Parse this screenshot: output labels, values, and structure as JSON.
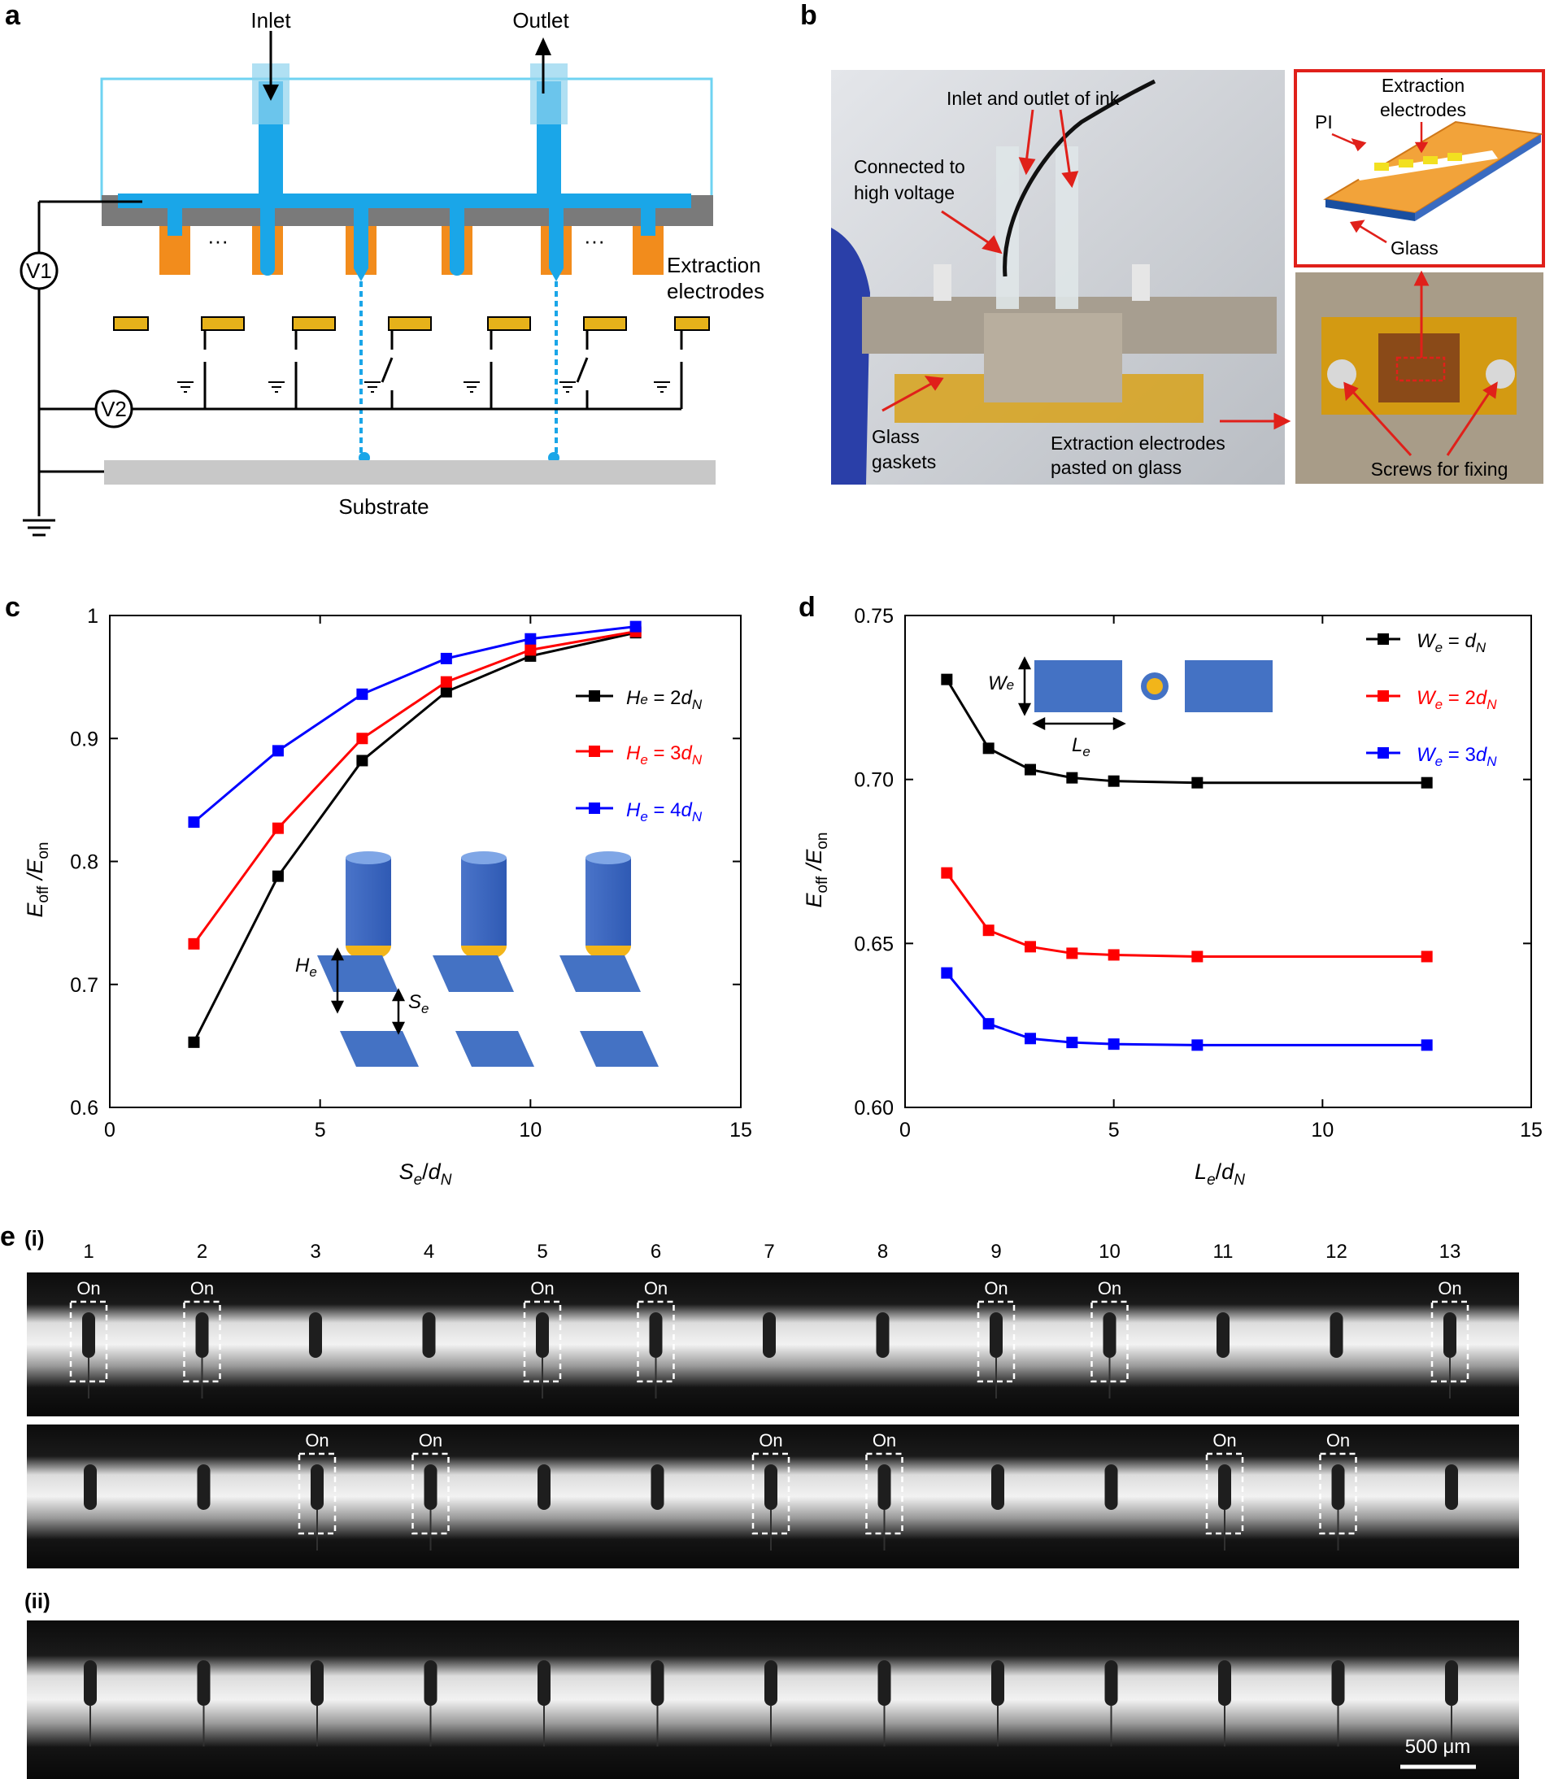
{
  "panels": {
    "a": {
      "letter": "a",
      "inlet": "Inlet",
      "outlet": "Outlet",
      "v1": "V1",
      "v2": "V2",
      "extraction_line1": "Extraction",
      "extraction_line2": "electrodes",
      "substrate": "Substrate",
      "dots": "···"
    },
    "b": {
      "letter": "b",
      "inlet_outlet": "Inlet and outlet of ink",
      "hv_line1": "Connected to",
      "hv_line2": "high voltage",
      "gaskets_line1": "Glass",
      "gaskets_line2": "gaskets",
      "pasted_line1": "Extraction electrodes",
      "pasted_line2": "pasted on glass",
      "inset_ext_line1": "Extraction",
      "inset_ext_line2": "electrodes",
      "inset_pi": "PI",
      "inset_glass": "Glass",
      "screws": "Screws for fixing"
    },
    "c": {
      "letter": "c",
      "inset_he": "He",
      "inset_se": "Se"
    },
    "d": {
      "letter": "d",
      "inset_we": "We",
      "inset_le": "Le"
    },
    "e": {
      "letter": "e",
      "sub_i": "(i)",
      "sub_ii": "(ii)",
      "on_label": "On",
      "nozzle_numbers": [
        "1",
        "2",
        "3",
        "4",
        "5",
        "6",
        "7",
        "8",
        "9",
        "10",
        "11",
        "12",
        "13"
      ],
      "row1_on": [
        1,
        2,
        5,
        6,
        9,
        10,
        13
      ],
      "row2_on": [
        3,
        4,
        7,
        8,
        11,
        12
      ],
      "scale_bar": "500 μm"
    }
  },
  "chart_data": [
    {
      "panel": "c",
      "type": "line",
      "xlabel": "Se/dN",
      "ylabel": "Eoff/Eon",
      "xlim": [
        0,
        15
      ],
      "ylim": [
        0.6,
        1.0
      ],
      "xticks": [
        0,
        5,
        10,
        15
      ],
      "yticks": [
        0.6,
        0.7,
        0.8,
        0.9,
        1.0
      ],
      "ytick_labels": [
        "0.6",
        "0.7",
        "0.8",
        "0.9",
        "1"
      ],
      "legend_position": "right",
      "series": [
        {
          "name": "He = 2dN",
          "color": "#000000",
          "x": [
            2,
            4,
            6,
            8,
            10,
            12.5
          ],
          "y": [
            0.653,
            0.788,
            0.882,
            0.938,
            0.967,
            0.986
          ]
        },
        {
          "name": "He = 3dN",
          "color": "#ff0000",
          "x": [
            2,
            4,
            6,
            8,
            10,
            12.5
          ],
          "y": [
            0.733,
            0.827,
            0.9,
            0.946,
            0.972,
            0.987
          ]
        },
        {
          "name": "He = 4dN",
          "color": "#0000ff",
          "x": [
            2,
            4,
            6,
            8,
            10,
            12.5
          ],
          "y": [
            0.832,
            0.89,
            0.936,
            0.965,
            0.981,
            0.991
          ]
        }
      ]
    },
    {
      "panel": "d",
      "type": "line",
      "xlabel": "Le/dN",
      "ylabel": "Eoff/Eon",
      "xlim": [
        0,
        15
      ],
      "ylim": [
        0.6,
        0.75
      ],
      "xticks": [
        0,
        5,
        10,
        15
      ],
      "yticks": [
        0.6,
        0.65,
        0.7,
        0.75
      ],
      "ytick_labels": [
        "0.60",
        "0.65",
        "0.70",
        "0.75"
      ],
      "legend_position": "top-right",
      "series": [
        {
          "name": "We = dN",
          "color": "#000000",
          "x": [
            1,
            2,
            3,
            4,
            5,
            7,
            12.5
          ],
          "y": [
            0.7305,
            0.7095,
            0.703,
            0.7005,
            0.6995,
            0.699,
            0.699
          ]
        },
        {
          "name": "We = 2dN",
          "color": "#ff0000",
          "x": [
            1,
            2,
            3,
            4,
            5,
            7,
            12.5
          ],
          "y": [
            0.6715,
            0.654,
            0.649,
            0.647,
            0.6465,
            0.646,
            0.646
          ]
        },
        {
          "name": "We = 3dN",
          "color": "#0000ff",
          "x": [
            1,
            2,
            3,
            4,
            5,
            7,
            12.5
          ],
          "y": [
            0.641,
            0.6255,
            0.621,
            0.6198,
            0.6193,
            0.619,
            0.619
          ]
        }
      ]
    }
  ]
}
